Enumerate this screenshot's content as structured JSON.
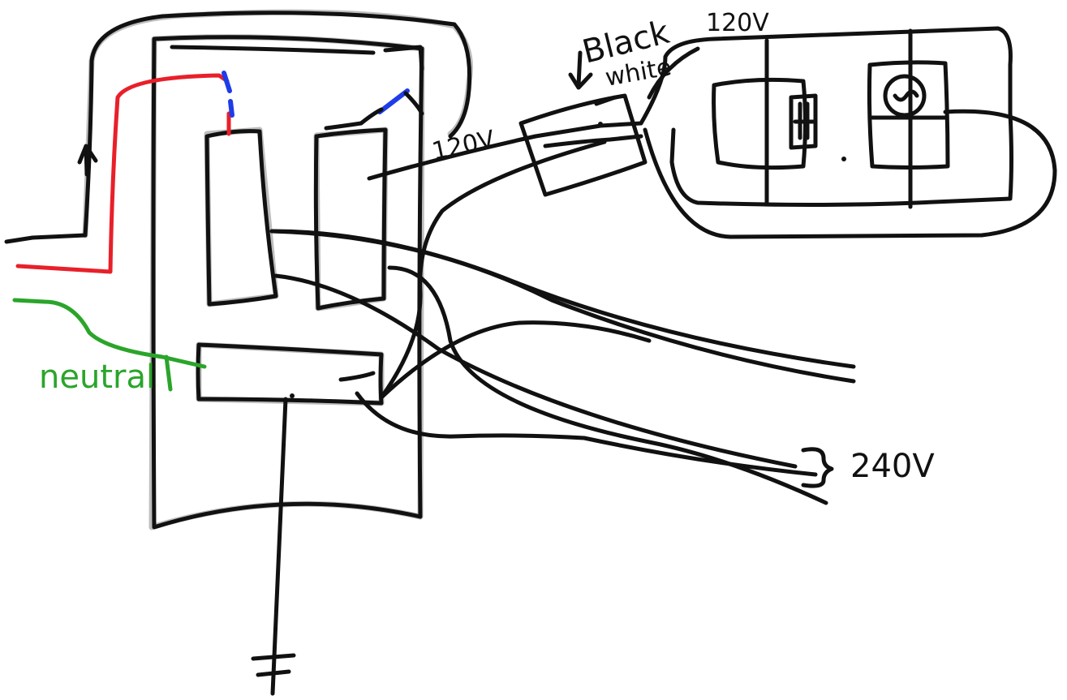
{
  "labels": {
    "black": "Black",
    "white": "white",
    "v120_top": "120V",
    "v120_mid": "120V",
    "v240": "240V",
    "neutral": "neutral"
  },
  "colors": {
    "line": "#111111",
    "hot": "#e8202a",
    "neutral": "#2aa52a",
    "jumper": "#1e3ce8"
  }
}
